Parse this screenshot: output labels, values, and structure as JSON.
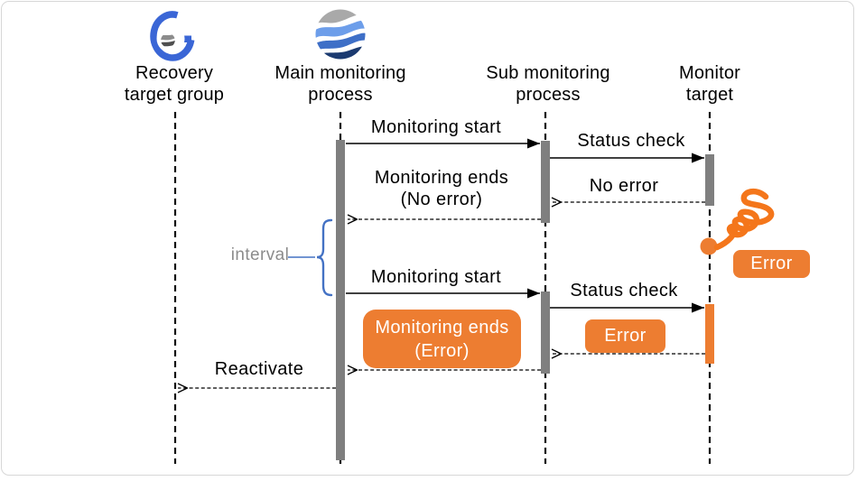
{
  "diagram_type": "sequence-diagram",
  "colors": {
    "accent_orange": "#ED7D31",
    "spring_orange": "#F4761B",
    "bar_gray": "#7F7F7F",
    "brace_blue": "#4472C4",
    "interval_text_gray": "#8C8C8C",
    "logo_blue": "#3A66D6",
    "logo_light_blue": "#6D9EEA",
    "logo_mid_blue": "#3E6FC7",
    "logo_navy": "#1B3A70",
    "line_black": "#000000"
  },
  "actors": [
    {
      "id": "recovery-target-group",
      "line1": "Recovery",
      "line2": "target group",
      "icon": "recovery-group-logo"
    },
    {
      "id": "main-monitoring-process",
      "line1": "Main monitoring",
      "line2": "process",
      "icon": "wave-sphere-logo"
    },
    {
      "id": "sub-monitoring-process",
      "line1": "Sub monitoring",
      "line2": "process",
      "icon": null
    },
    {
      "id": "monitor-target",
      "line1": "Monitor",
      "line2": "target",
      "icon": null
    }
  ],
  "messages": [
    {
      "id": "monitoring-start-1",
      "text": "Monitoring start",
      "kind": "solid-arrow"
    },
    {
      "id": "status-check-1",
      "text": "Status check",
      "kind": "solid-arrow"
    },
    {
      "id": "monitoring-ends-no-error",
      "line1": "Monitoring ends",
      "line2": "(No error)",
      "kind": "dashed-return"
    },
    {
      "id": "no-error",
      "text": "No error",
      "kind": "dashed-return"
    },
    {
      "id": "monitoring-start-2",
      "text": "Monitoring start",
      "kind": "solid-arrow"
    },
    {
      "id": "status-check-2",
      "text": "Status check",
      "kind": "solid-arrow"
    },
    {
      "id": "error-at-target",
      "text": "Error",
      "kind": "orange-badge"
    },
    {
      "id": "error-to-sub",
      "text": "Error",
      "kind": "orange-badge"
    },
    {
      "id": "monitoring-ends-error",
      "line1": "Monitoring ends",
      "line2": "(Error)",
      "kind": "orange-box-dashed-return"
    },
    {
      "id": "reactivate",
      "text": "Reactivate",
      "kind": "dashed-return"
    }
  ],
  "interval_label": "interval"
}
